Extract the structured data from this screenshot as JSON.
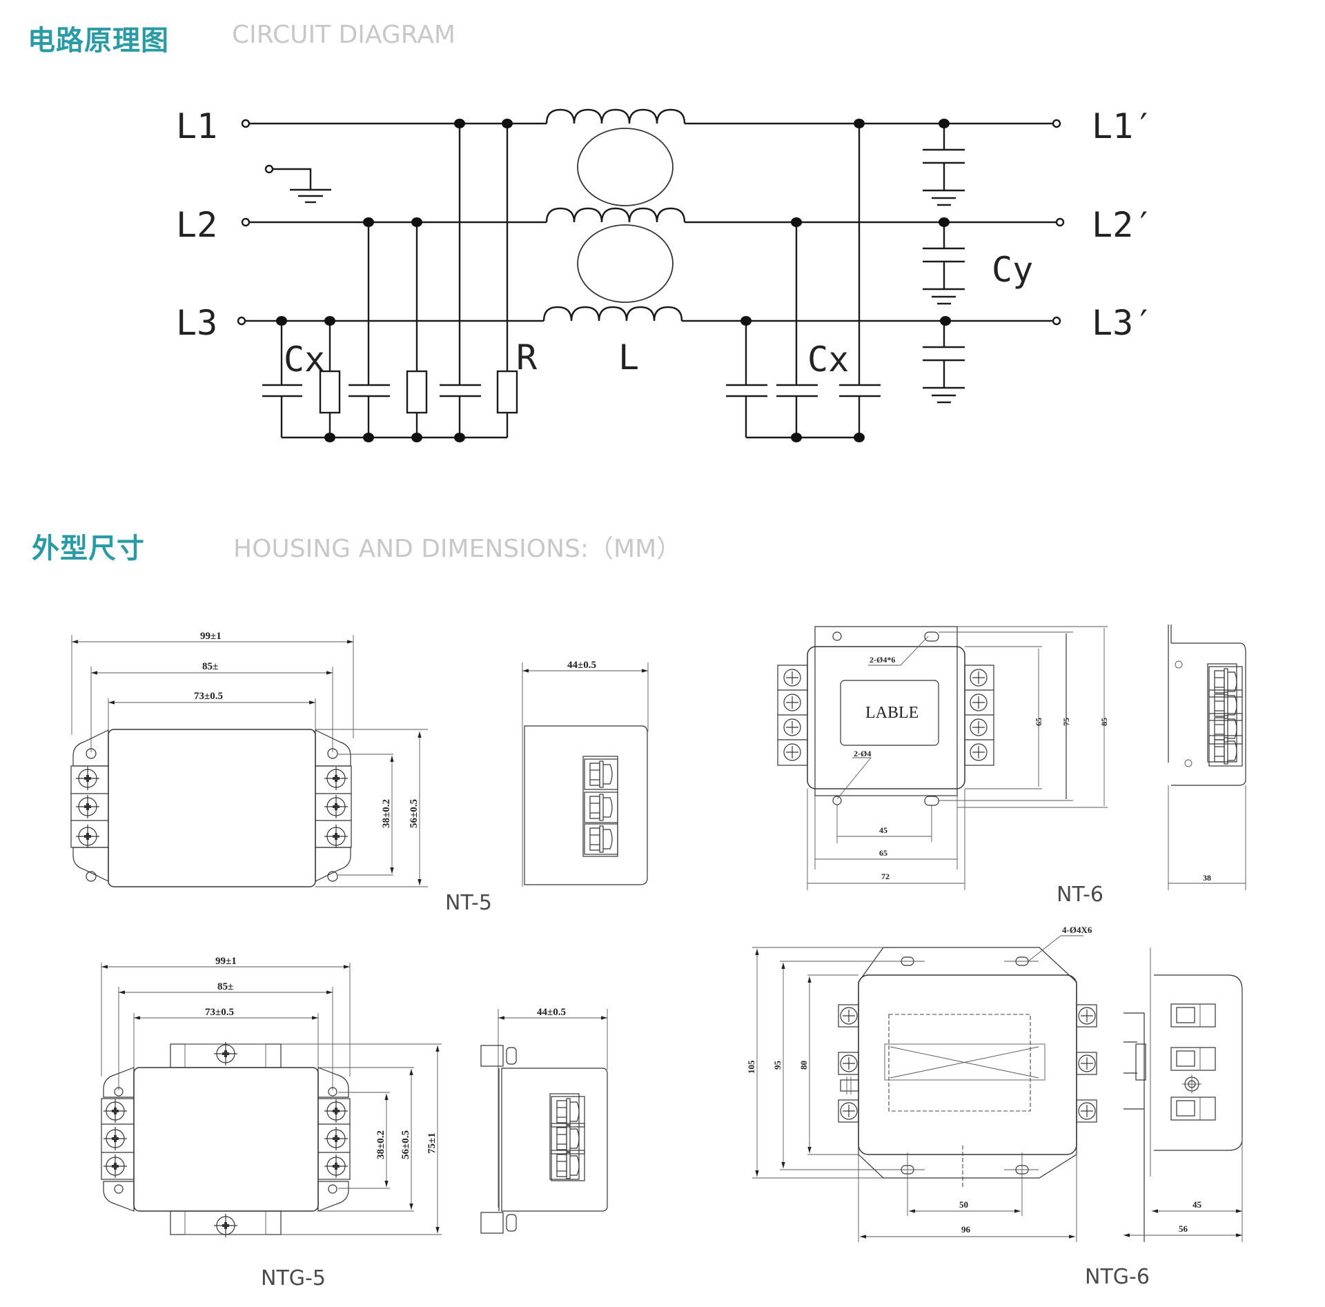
{
  "sections": {
    "circuit": {
      "title_cn": "电路原理图",
      "title_en": "CIRCUIT DIAGRAM"
    },
    "housing": {
      "title_cn": "外型尺寸",
      "title_en": "HOUSING AND DIMENSIONS:（MM）"
    }
  },
  "colors": {
    "accent": "#2a9aa5",
    "subtitle": "#c8c8c8",
    "line": "#1a1a1a"
  },
  "circuit": {
    "inputs": [
      "L1",
      "L2",
      "L3"
    ],
    "outputs": [
      "L1′",
      "L2′",
      "L3′"
    ],
    "component_labels": {
      "cx_left": "Cx",
      "r": "R",
      "l": "L",
      "cx_right": "Cx",
      "cy": "Cy"
    }
  },
  "models": [
    {
      "name": "NT-5",
      "dims": {
        "overall_width": "99±1",
        "hole_pitch": "85±",
        "body_width": "73±0.5",
        "hole_height": "38±0.2",
        "body_height": "56±0.5",
        "depth": "44±0.5"
      }
    },
    {
      "name": "NT-6",
      "dims": {
        "hole_label_top": "2-Ø4*6",
        "label": "LABLE",
        "hole_label_bottom": "2-Ø4",
        "h1": "65",
        "h2": "75",
        "h3": "85",
        "w1": "45",
        "w2": "65",
        "w3": "72",
        "depth": "38"
      }
    },
    {
      "name": "NTG-5",
      "dims": {
        "overall_width": "99±1",
        "hole_pitch": "85±",
        "body_width": "73±0.5",
        "hole_height": "38±0.2",
        "body_height": "56±0.5",
        "overall_height": "75±1",
        "depth": "44±0.5"
      }
    },
    {
      "name": "NTG-6",
      "dims": {
        "hole_label": "4-Ø4X6",
        "h1": "105",
        "h2": "95",
        "h3": "80",
        "w1": "50",
        "w2": "96",
        "d1": "45",
        "d2": "56"
      }
    }
  ]
}
